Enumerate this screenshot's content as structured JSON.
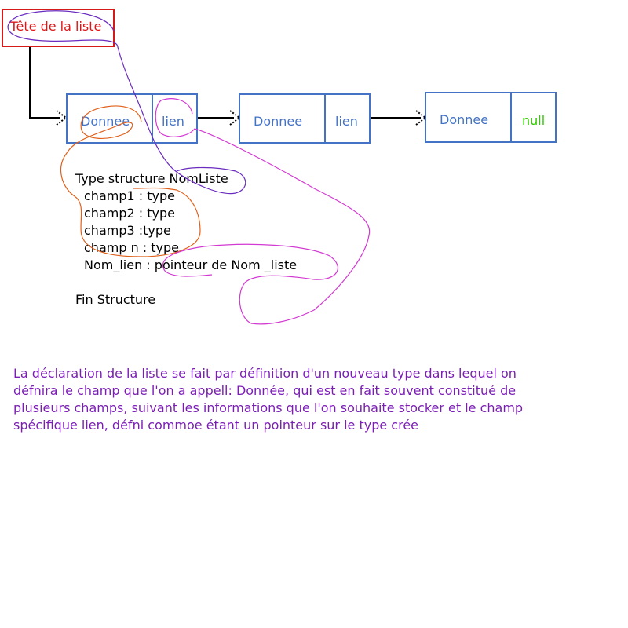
{
  "head": {
    "label": "Tête de la liste"
  },
  "nodes": [
    {
      "data_label": "Donnee",
      "link_label": "lien"
    },
    {
      "data_label": "Donnee",
      "link_label": "lien"
    },
    {
      "data_label": "Donnee",
      "link_label": "null"
    }
  ],
  "structure": {
    "header": "Type structure NomListe",
    "fields": [
      "champ1 : type",
      "champ2 : type",
      "champ3 :type",
      "champ n : type",
      "Nom_lien : pointeur de Nom _liste"
    ],
    "footer": "Fin Structure"
  },
  "description": {
    "lines": [
      "La déclaration de la liste se fait par définition d'un nouveau type dans lequel on",
      "défnira le champ que l'on a appell: Donnée, qui est en fait souvent constitué de",
      "plusieurs champs, suivant les informations que l'on souhaite stocker et le champ",
      "spécifique lien, défni commoe étant un pointeur sur le type crée"
    ]
  },
  "colors": {
    "head": "#e01515",
    "node_border": "#4472c4",
    "null_text": "#33cc00",
    "paragraph": "#7b1fb4",
    "annotation_orange": "#e0601a",
    "annotation_magenta": "#d23ad2",
    "annotation_purple": "#6a2bbf"
  }
}
